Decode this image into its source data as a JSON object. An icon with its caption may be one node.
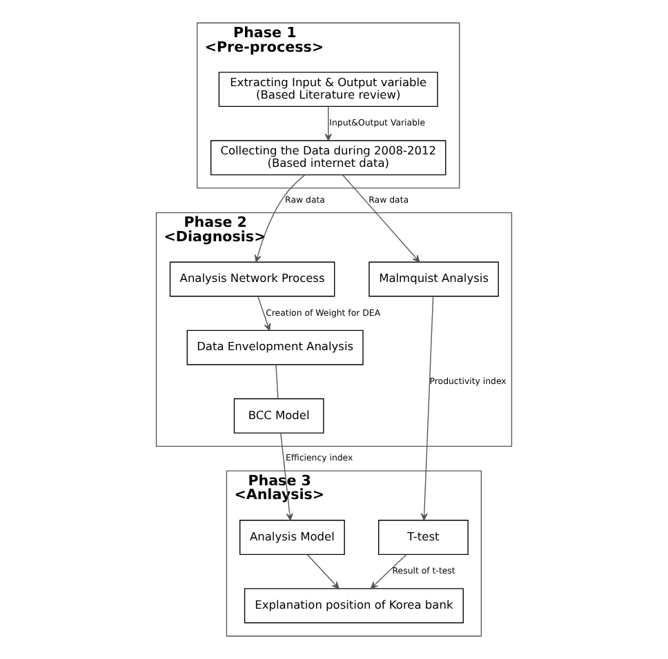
{
  "diagram": {
    "nodes": [
      {
        "text": [
          "Phase 1",
          "<Pre-process>"
        ]
      },
      {
        "text": [
          "Extracting Input & Output variable",
          "(Based Literature review)"
        ],
        "in": 0
      },
      {
        "text": [
          "Collecting the Data during 2008-2012",
          "(Based internet data)"
        ],
        "in": 0
      },
      {
        "text": [
          "Phase 2",
          "<Diagnosis>"
        ]
      },
      {
        "text": [
          "Analysis Network Process"
        ],
        "in": 3
      },
      {
        "text": [
          "Data Envelopment Analysis"
        ],
        "in": 3
      },
      {
        "text": [
          "BCC Model"
        ],
        "in": 3
      },
      {
        "text": [
          "Malmquist Analysis"
        ],
        "in": 3
      },
      {
        "text": [
          "Phase 3",
          "<Anlaysis>"
        ]
      },
      {
        "text": [
          "Analysis Model"
        ],
        "in": 8
      },
      {
        "text": [
          "T-test"
        ],
        "in": 8
      },
      {
        "text": [
          "Explanation position of Korea bank"
        ],
        "in": 8
      }
    ],
    "edges": [
      {
        "from": 1,
        "to": 2,
        "arrow": "to",
        "label": "Input&Output Variable"
      },
      {
        "from": 2,
        "to": 4,
        "arrow": "to",
        "label": "Raw data"
      },
      {
        "from": 2,
        "to": 7,
        "arrow": "to",
        "label": "Raw data"
      },
      {
        "from": 4,
        "to": 5,
        "arrow": "to",
        "label": "Creation of Weight for DEA"
      },
      {
        "from": 5,
        "to": 6,
        "arrow": "none"
      },
      {
        "from": 6,
        "to": 9,
        "arrow": "to",
        "label": "Efficiency index"
      },
      {
        "from": 7,
        "to": 10,
        "arrow": "to",
        "label": "Productivity index"
      },
      {
        "from": 9,
        "to": 11,
        "arrow": "to"
      },
      {
        "from": 10,
        "to": 11,
        "arrow": "to",
        "label": "Result of t-test"
      }
    ]
  }
}
